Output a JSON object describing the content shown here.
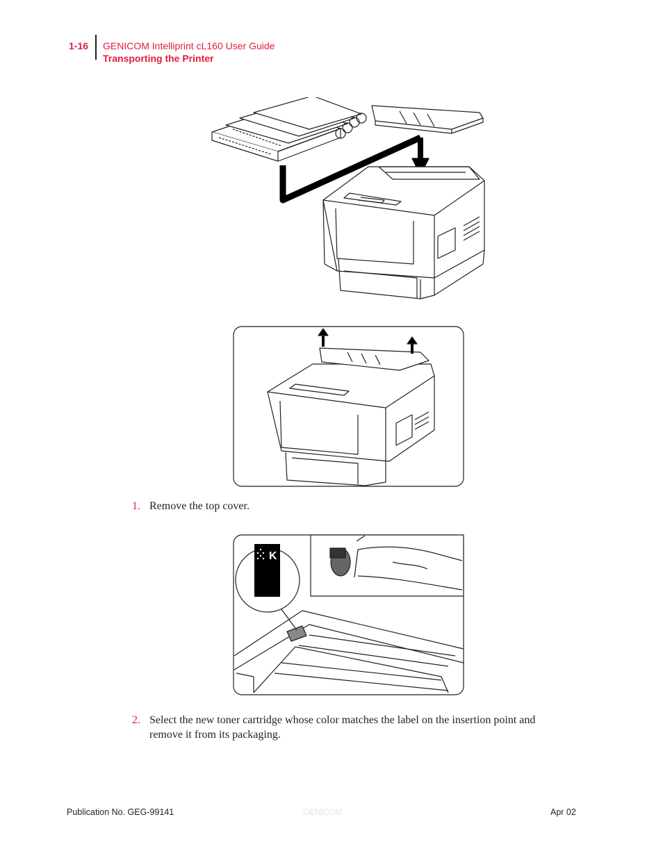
{
  "header": {
    "page_number": "1-16",
    "guide_title": "GENICOM Intelliprint cL160 User Guide",
    "section_title": "Transporting the Printer"
  },
  "steps": [
    {
      "number": "1.",
      "text": "Remove the top cover."
    },
    {
      "number": "2.",
      "text": "Select the new toner cartridge whose color matches the label on the insertion point and remove it from its packaging."
    }
  ],
  "figures": {
    "toner_label_letter": "K"
  },
  "footer": {
    "publication": "Publication No. GEG-99141",
    "watermark": "GENICOM",
    "date": "Apr 02"
  }
}
